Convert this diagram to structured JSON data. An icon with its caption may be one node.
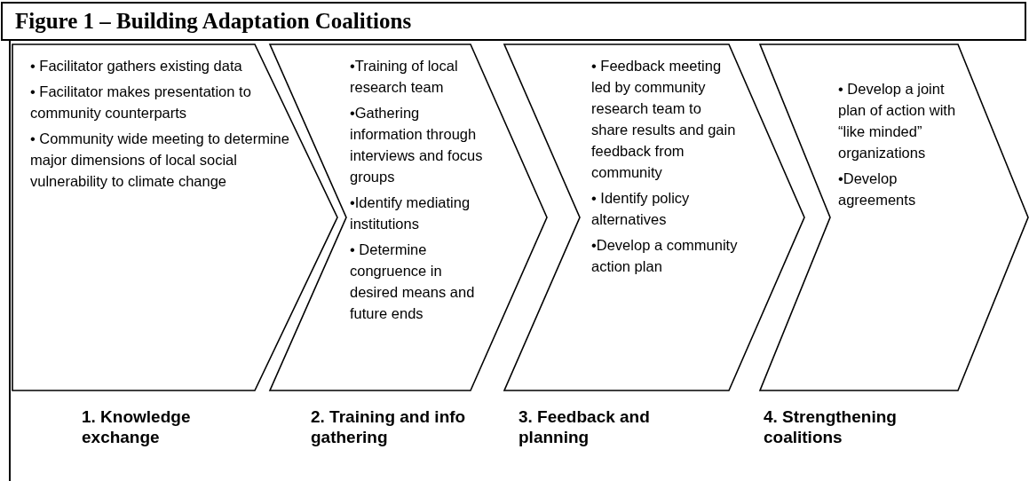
{
  "diagram": {
    "title": "Figure 1 – Building Adaptation Coalitions",
    "nodes": [
      {
        "text": [
          "• Facilitator gathers existing data",
          "• Facilitator makes presentation to community counterparts",
          "• Community wide meeting to determine major dimensions of local social vulnerability to climate change"
        ],
        "beside": [
          "1. Knowledge exchange"
        ]
      },
      {
        "text": [
          "•Training of local research team",
          "•Gathering information through interviews and focus groups",
          "•Identify mediating institutions",
          "• Determine congruence in desired means and future ends"
        ],
        "beside": [
          "2. Training and info gathering"
        ]
      },
      {
        "text": [
          "• Feedback meeting led by community research team to share results and gain feedback from community",
          "• Identify policy alternatives",
          "•Develop a community action plan"
        ],
        "beside": [
          "3. Feedback and planning"
        ]
      },
      {
        "text": [
          "• Develop a joint plan of action with “like minded” organizations",
          "•Develop agreements"
        ],
        "beside": [
          "4. Strengthening coalitions"
        ]
      }
    ],
    "edges": []
  }
}
